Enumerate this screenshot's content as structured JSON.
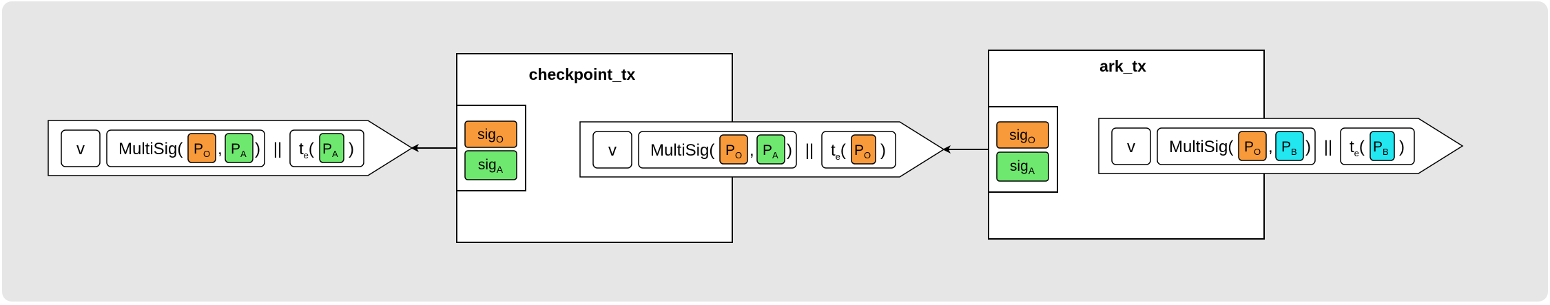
{
  "transactions": [
    {
      "title": "checkpoint_tx"
    },
    {
      "title": "ark_tx"
    }
  ],
  "signatures": [
    {
      "base": "sig",
      "sub": "O",
      "color": "#f99a3a"
    },
    {
      "base": "sig",
      "sub": "A",
      "color": "#6ee86e"
    }
  ],
  "outputs": [
    {
      "value": "v",
      "multisig": "MultiSig(",
      "sep": ",",
      "close": ")",
      "or": "||",
      "timelock": "t",
      "timelock_sub": "e",
      "tl_open": "(",
      "tl_close": ")",
      "keys": [
        {
          "base": "P",
          "sub": "O",
          "color": "#f99a3a"
        },
        {
          "base": "P",
          "sub": "A",
          "color": "#6ee86e"
        }
      ],
      "tl_key": {
        "base": "P",
        "sub": "A",
        "color": "#6ee86e"
      }
    },
    {
      "value": "v",
      "multisig": "MultiSig(",
      "sep": ",",
      "close": ")",
      "or": "||",
      "timelock": "t",
      "timelock_sub": "e",
      "tl_open": "(",
      "tl_close": ")",
      "keys": [
        {
          "base": "P",
          "sub": "O",
          "color": "#f99a3a"
        },
        {
          "base": "P",
          "sub": "A",
          "color": "#6ee86e"
        }
      ],
      "tl_key": {
        "base": "P",
        "sub": "O",
        "color": "#f99a3a"
      }
    },
    {
      "value": "v",
      "multisig": "MultiSig(",
      "sep": ",",
      "close": ")",
      "or": "||",
      "timelock": "t",
      "timelock_sub": "e",
      "tl_open": "(",
      "tl_close": ")",
      "keys": [
        {
          "base": "P",
          "sub": "O",
          "color": "#f99a3a"
        },
        {
          "base": "P",
          "sub": "B",
          "color": "#22e6f0"
        }
      ],
      "tl_key": {
        "base": "P",
        "sub": "B",
        "color": "#22e6f0"
      }
    }
  ],
  "colors": {
    "background": "#e6e6e6",
    "stroke": "#000000",
    "box_fill": "#ffffff"
  }
}
